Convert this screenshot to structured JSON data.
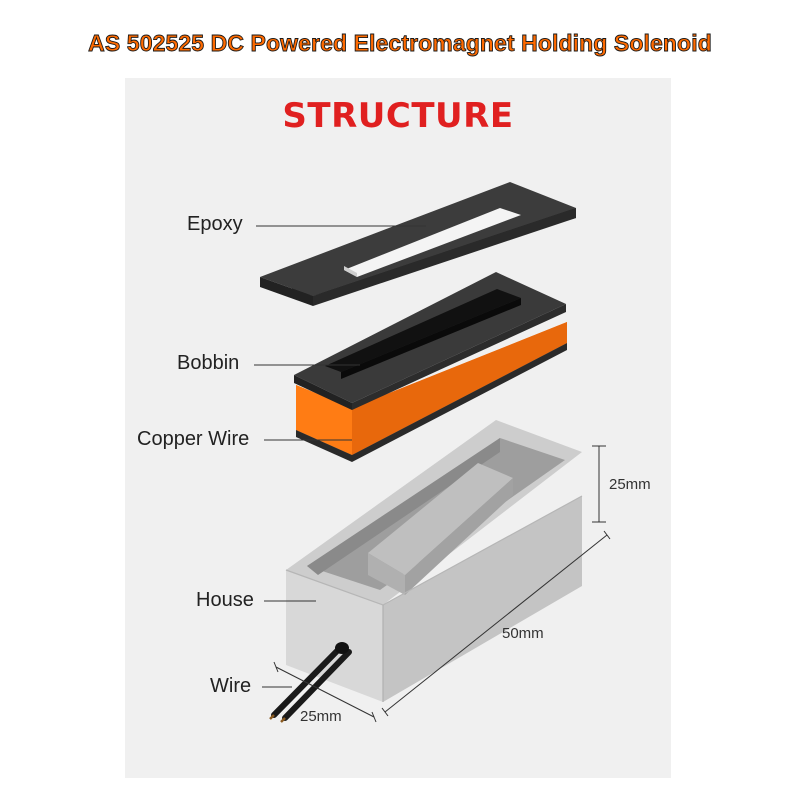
{
  "header": {
    "title": "AS 502525 DC Powered Electromagnet Holding Solenoid"
  },
  "diagram": {
    "title": "STRUCTURE",
    "parts": [
      {
        "label": "Epoxy"
      },
      {
        "label": "Bobbin"
      },
      {
        "label": "Copper Wire"
      },
      {
        "label": "House"
      },
      {
        "label": "Wire"
      }
    ],
    "dimensions": {
      "height": "25mm",
      "length": "50mm",
      "width": "25mm"
    },
    "colors": {
      "title_red": "#e02020",
      "header_orange": "#ff6a00",
      "epoxy_dark": "#3a3a3a",
      "copper_orange": "#f07010",
      "housing_gray": "#d4d4d4"
    }
  }
}
